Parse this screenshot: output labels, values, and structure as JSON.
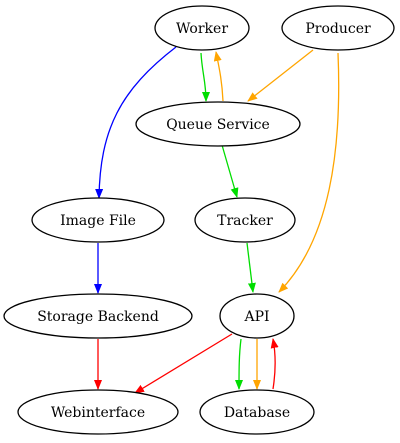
{
  "nodes": {
    "worker": "Worker",
    "producer": "Producer",
    "queue_service": "Queue Service",
    "image_file": "Image File",
    "tracker": "Tracker",
    "storage_backend": "Storage Backend",
    "api": "API",
    "webinterface": "Webinterface",
    "database": "Database"
  },
  "colors": {
    "blue": "#0000ff",
    "green": "#00dd00",
    "orange": "#ffa500",
    "red": "#ff0000"
  },
  "edges": [
    {
      "from": "Worker",
      "to": "Image File",
      "color": "blue"
    },
    {
      "from": "Worker",
      "to": "Queue Service",
      "color": "green"
    },
    {
      "from": "Queue Service",
      "to": "Worker",
      "color": "orange"
    },
    {
      "from": "Producer",
      "to": "Queue Service",
      "color": "orange"
    },
    {
      "from": "Producer",
      "to": "API",
      "color": "orange"
    },
    {
      "from": "Queue Service",
      "to": "Tracker",
      "color": "green"
    },
    {
      "from": "Image File",
      "to": "Storage Backend",
      "color": "blue"
    },
    {
      "from": "Tracker",
      "to": "API",
      "color": "green"
    },
    {
      "from": "Storage Backend",
      "to": "Webinterface",
      "color": "red"
    },
    {
      "from": "API",
      "to": "Webinterface",
      "color": "red"
    },
    {
      "from": "API",
      "to": "Database",
      "color": "green"
    },
    {
      "from": "API",
      "to": "Database",
      "color": "orange"
    },
    {
      "from": "Database",
      "to": "API",
      "color": "red"
    }
  ]
}
